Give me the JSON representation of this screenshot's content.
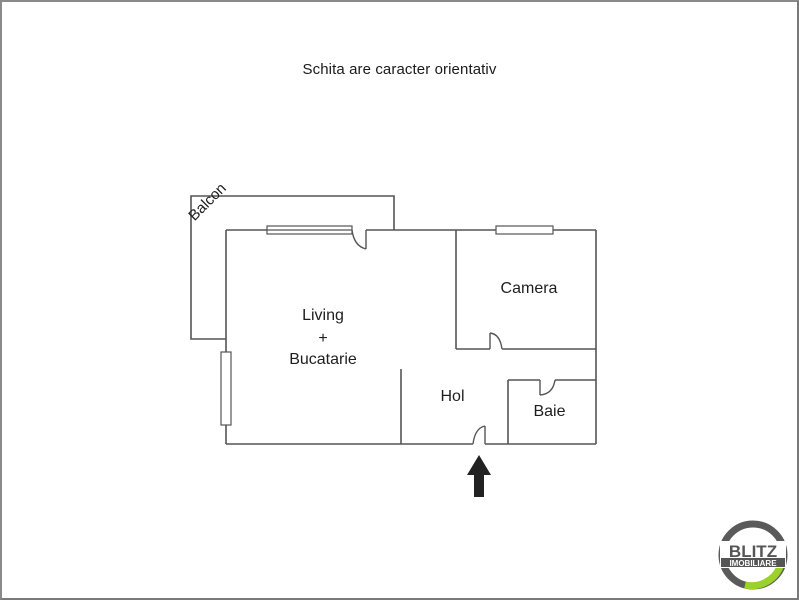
{
  "title": "Schita are caracter orientativ",
  "rooms": {
    "balcon": "Balcon",
    "living_line1": "Living",
    "living_plus": "+",
    "living_line2": "Bucatarie",
    "camera": "Camera",
    "hol": "Hol",
    "baie": "Baie"
  },
  "entrance": {
    "icon": "arrow-up-icon",
    "color": "#222222"
  },
  "logo": {
    "main": "BLITZ",
    "sub": "IMOBILIARE",
    "ring_color": "#5a5a5a",
    "accent_color": "#9bd22a"
  },
  "colors": {
    "wall": "#555555",
    "frame": "#8a8a8a",
    "background": "#ffffff",
    "text": "#1e1e1e"
  }
}
